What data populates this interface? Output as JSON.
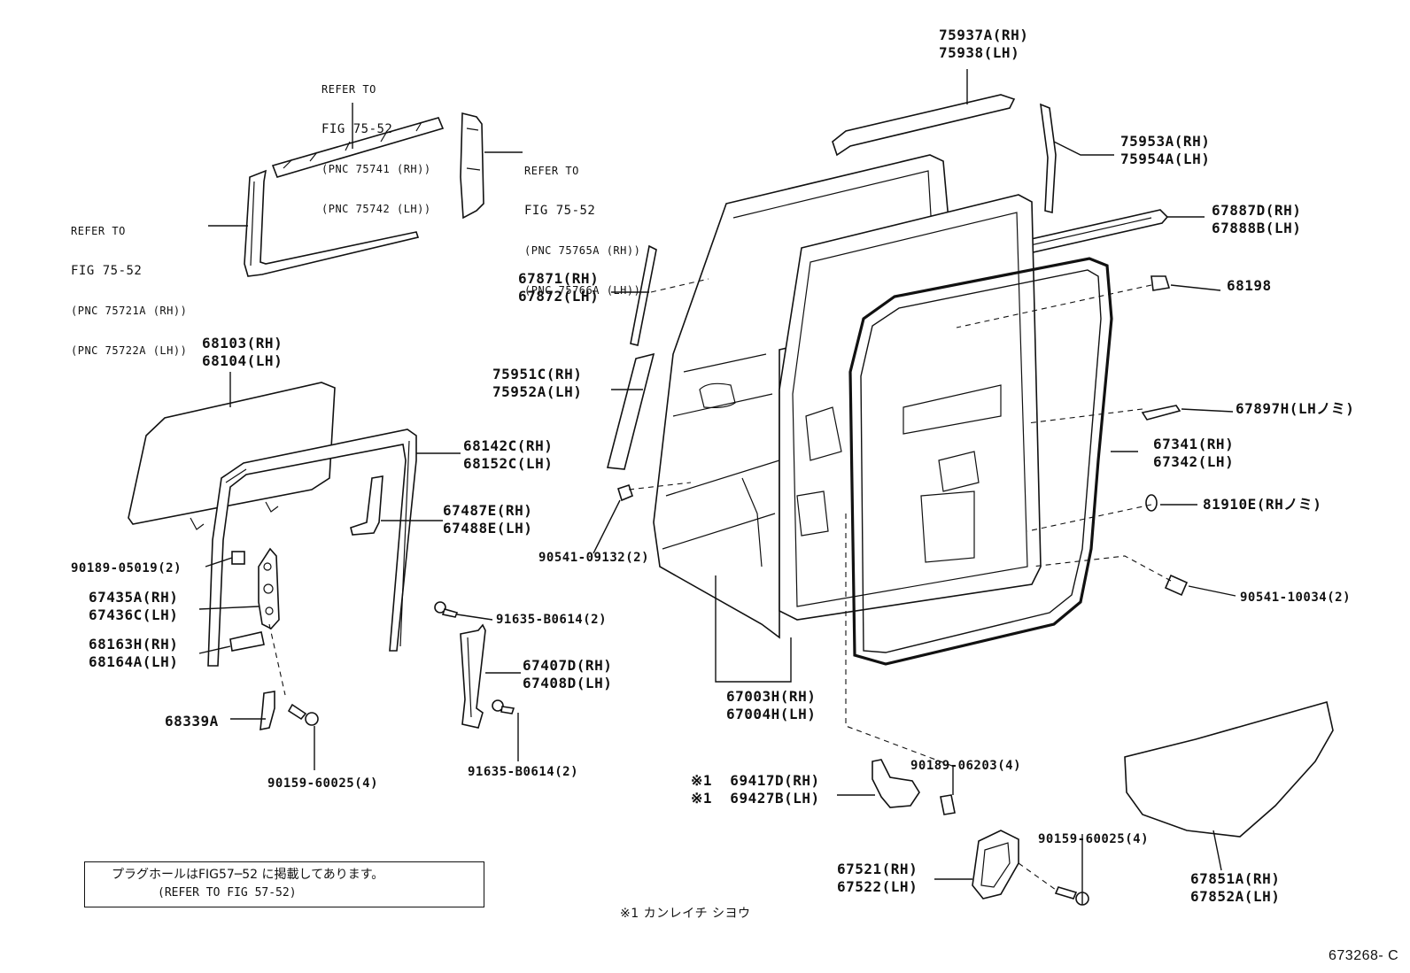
{
  "title_code": "673268- C",
  "note_box": {
    "line1": "プラグホールはFIG57─52 に掲載してあります。",
    "line2": "(REFER TO FIG 57-52)"
  },
  "footnote": "※1 カンレイチ シヨウ",
  "refs": {
    "r1": [
      "REFER TO",
      "FIG 75-52",
      "(PNC 75741 (RH))",
      "(PNC 75742 (LH))"
    ],
    "r2": [
      "REFER TO",
      "FIG 75-52",
      "(PNC 75765A (RH))",
      "(PNC 75766A (LH))"
    ],
    "r3": [
      "REFER TO",
      "FIG 75-52",
      "(PNC 75721A (RH))",
      "(PNC 75722A (LH))"
    ]
  },
  "labels": {
    "l75937": [
      "75937A(RH)",
      "75938(LH)"
    ],
    "l75953": [
      "75953A(RH)",
      "75954A(LH)"
    ],
    "l67887": [
      "67887D(RH)",
      "67888B(LH)"
    ],
    "l68198": [
      "68198"
    ],
    "l67871": [
      "67871(RH)",
      "67872(LH)"
    ],
    "l68103": [
      "68103(RH)",
      "68104(LH)"
    ],
    "l75951": [
      "75951C(RH)",
      "75952A(LH)"
    ],
    "l67897": [
      "67897H(LHノミ)"
    ],
    "l68142": [
      "68142C(RH)",
      "68152C(LH)"
    ],
    "l67341": [
      "67341(RH)",
      "67342(LH)"
    ],
    "l67487": [
      "67487E(RH)",
      "67488E(LH)"
    ],
    "l81910": [
      "81910E(RHノミ)"
    ],
    "l90541a": [
      "90541-09132(2)"
    ],
    "l90189a": [
      "90189-05019(2)"
    ],
    "l90541b": [
      "90541-10034(2)"
    ],
    "l67435": [
      "67435A(RH)",
      "67436C(LH)"
    ],
    "l91635a": [
      "91635-B0614(2)"
    ],
    "l68163": [
      "68163H(RH)",
      "68164A(LH)"
    ],
    "l67407": [
      "67407D(RH)",
      "67408D(LH)"
    ],
    "l67003": [
      "67003H(RH)",
      "67004H(LH)"
    ],
    "l68339": [
      "68339A"
    ],
    "l90159a": [
      "90159-60025(4)"
    ],
    "l91635b": [
      "91635-B0614(2)"
    ],
    "l90189b": [
      "90189-06203(4)"
    ],
    "l69417": [
      "※1  69417D(RH)",
      "※1  69427B(LH)"
    ],
    "l90159b": [
      "90159-60025(4)"
    ],
    "l67521": [
      "67521(RH)",
      "67522(LH)"
    ],
    "l67851": [
      "67851A(RH)",
      "67852A(LH)"
    ]
  }
}
